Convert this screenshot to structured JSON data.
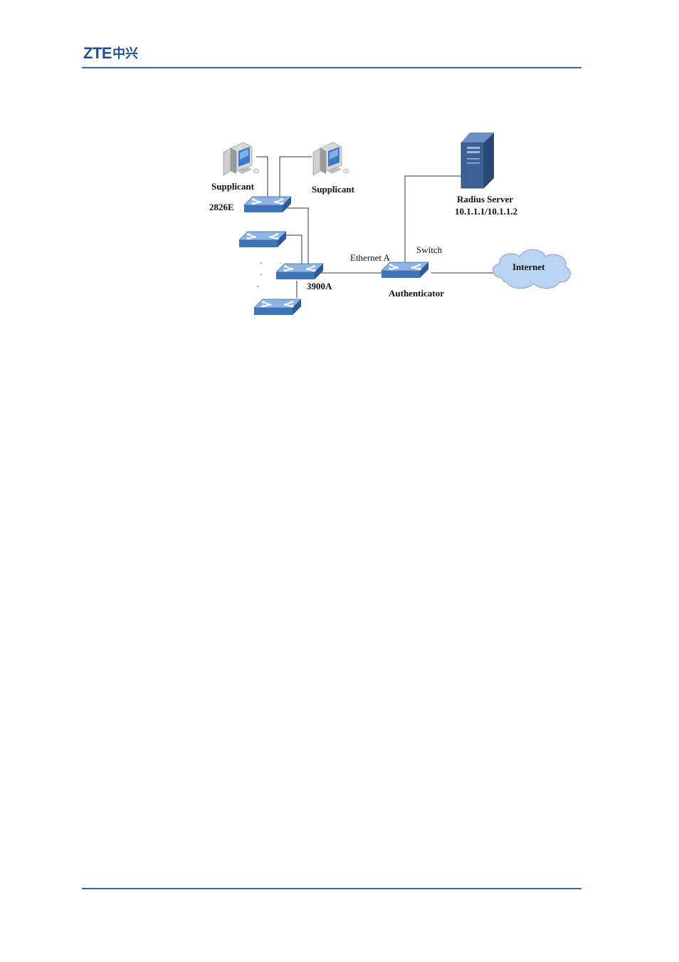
{
  "header": {
    "logo_latin": "ZTE",
    "logo_cjk": "中兴"
  },
  "diagram": {
    "supplicant_left": "Supplicant",
    "supplicant_right": "Supplicant",
    "switch_2826e": "2826E",
    "switch_3900a": "3900A",
    "ethernet_a": "Ethernet A",
    "switch_label": "Switch",
    "authenticator": "Authenticator",
    "radius_name": "Radius Server",
    "radius_ip": "10.1.1.1/10.1.1.2",
    "internet": "Internet",
    "colors": {
      "switch_top": "#8fb4e3",
      "switch_side": "#3f73b8",
      "server": "#3e6294",
      "cloud": "#b9d3f0",
      "rule": "#2e6eb0",
      "logo": "#1f4f8f"
    }
  }
}
